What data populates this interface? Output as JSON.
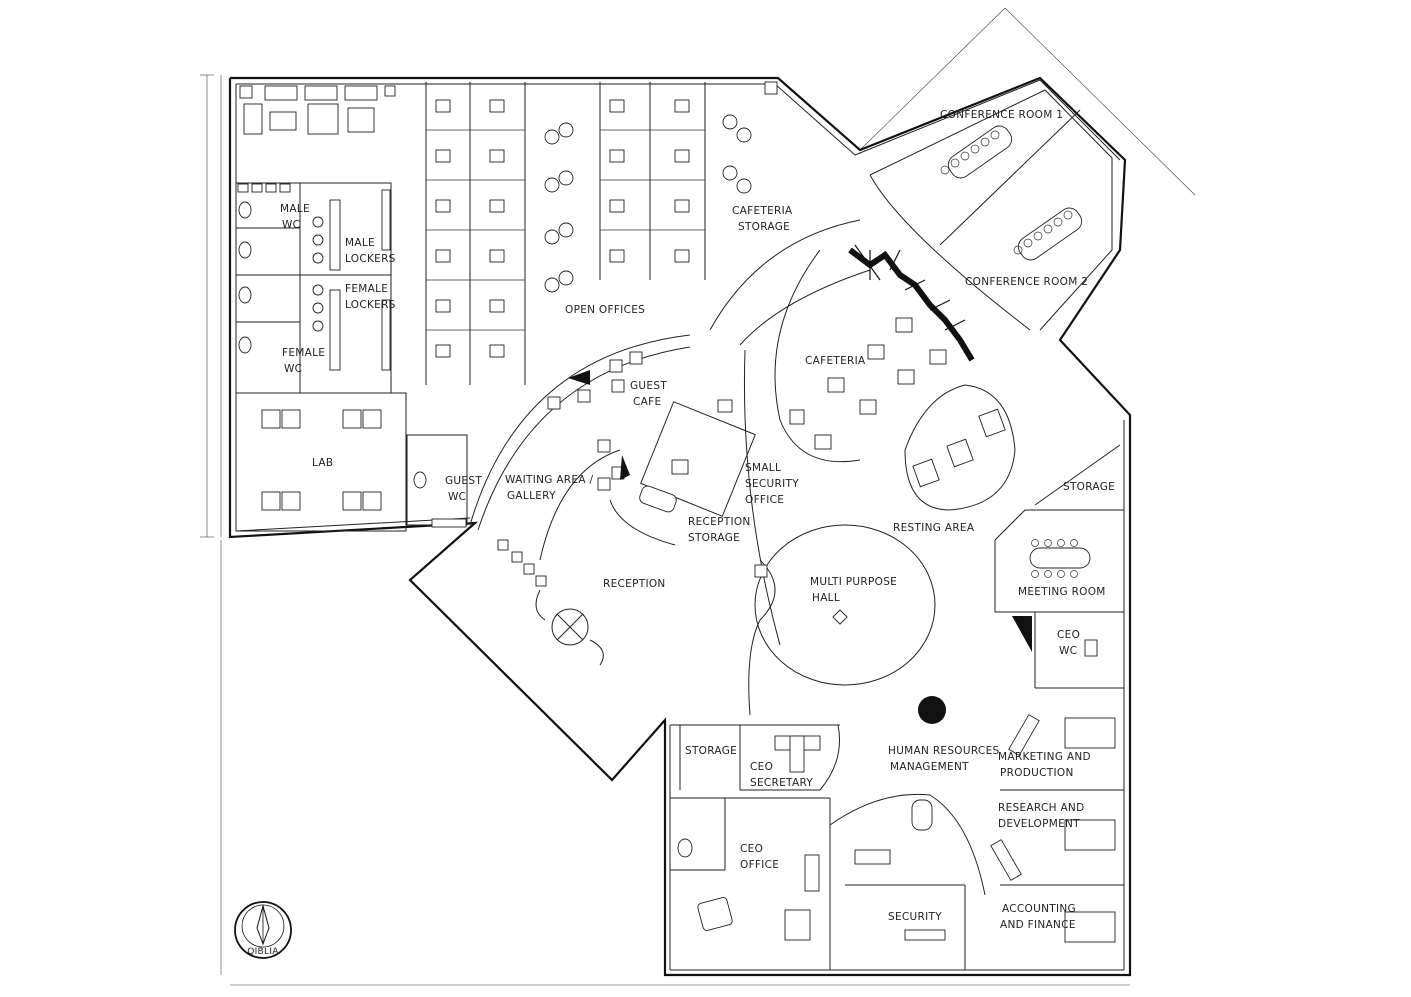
{
  "rooms": {
    "conference_room_1": "CONFERENCE ROOM 1",
    "conference_room_2": "CONFERENCE ROOM 2",
    "male_wc_1": "MALE",
    "male_wc_2": "WC",
    "male_lockers_1": "MALE",
    "male_lockers_2": "LOCKERS",
    "female_lockers_1": "FEMALE",
    "female_lockers_2": "LOCKERS",
    "female_wc_1": "FEMALE",
    "female_wc_2": "WC",
    "open_offices": "OPEN OFFICES",
    "cafeteria_storage_1": "CAFETERIA",
    "cafeteria_storage_2": "STORAGE",
    "cafeteria": "CAFETERIA",
    "lab": "LAB",
    "guest_cafe_1": "GUEST",
    "guest_cafe_2": "CAFE",
    "guest_wc_1": "GUEST",
    "guest_wc_2": "WC",
    "waiting_area_1": "WAITING AREA /",
    "waiting_area_2": "GALLERY",
    "small_security_1": "SMALL",
    "small_security_2": "SECURITY",
    "small_security_3": "OFFICE",
    "reception_storage_1": "RECEPTION",
    "reception_storage_2": "STORAGE",
    "resting_area": "RESTING AREA",
    "storage_east": "STORAGE",
    "meeting_room": "MEETING ROOM",
    "reception": "RECEPTION",
    "multipurpose_1": "MULTI PURPOSE",
    "multipurpose_2": "HALL",
    "ceo_wc_1": "CEO",
    "ceo_wc_2": "WC",
    "storage_south": "STORAGE",
    "ceo_secretary_1": "CEO",
    "ceo_secretary_2": "SECRETARY",
    "hr_1": "HUMAN RESOURCES",
    "hr_2": "MANAGEMENT",
    "marketing_1": "MARKETING AND",
    "marketing_2": "PRODUCTION",
    "rnd_1": "RESEARCH AND",
    "rnd_2": "DEVELOPMENT",
    "ceo_office_1": "CEO",
    "ceo_office_2": "OFFICE",
    "security": "SECURITY",
    "accounting_1": "ACCOUNTING",
    "accounting_2": "AND FINANCE"
  },
  "compass": {
    "label": "QIBLIA"
  },
  "icons": {
    "compass": "qibla-compass-icon"
  }
}
